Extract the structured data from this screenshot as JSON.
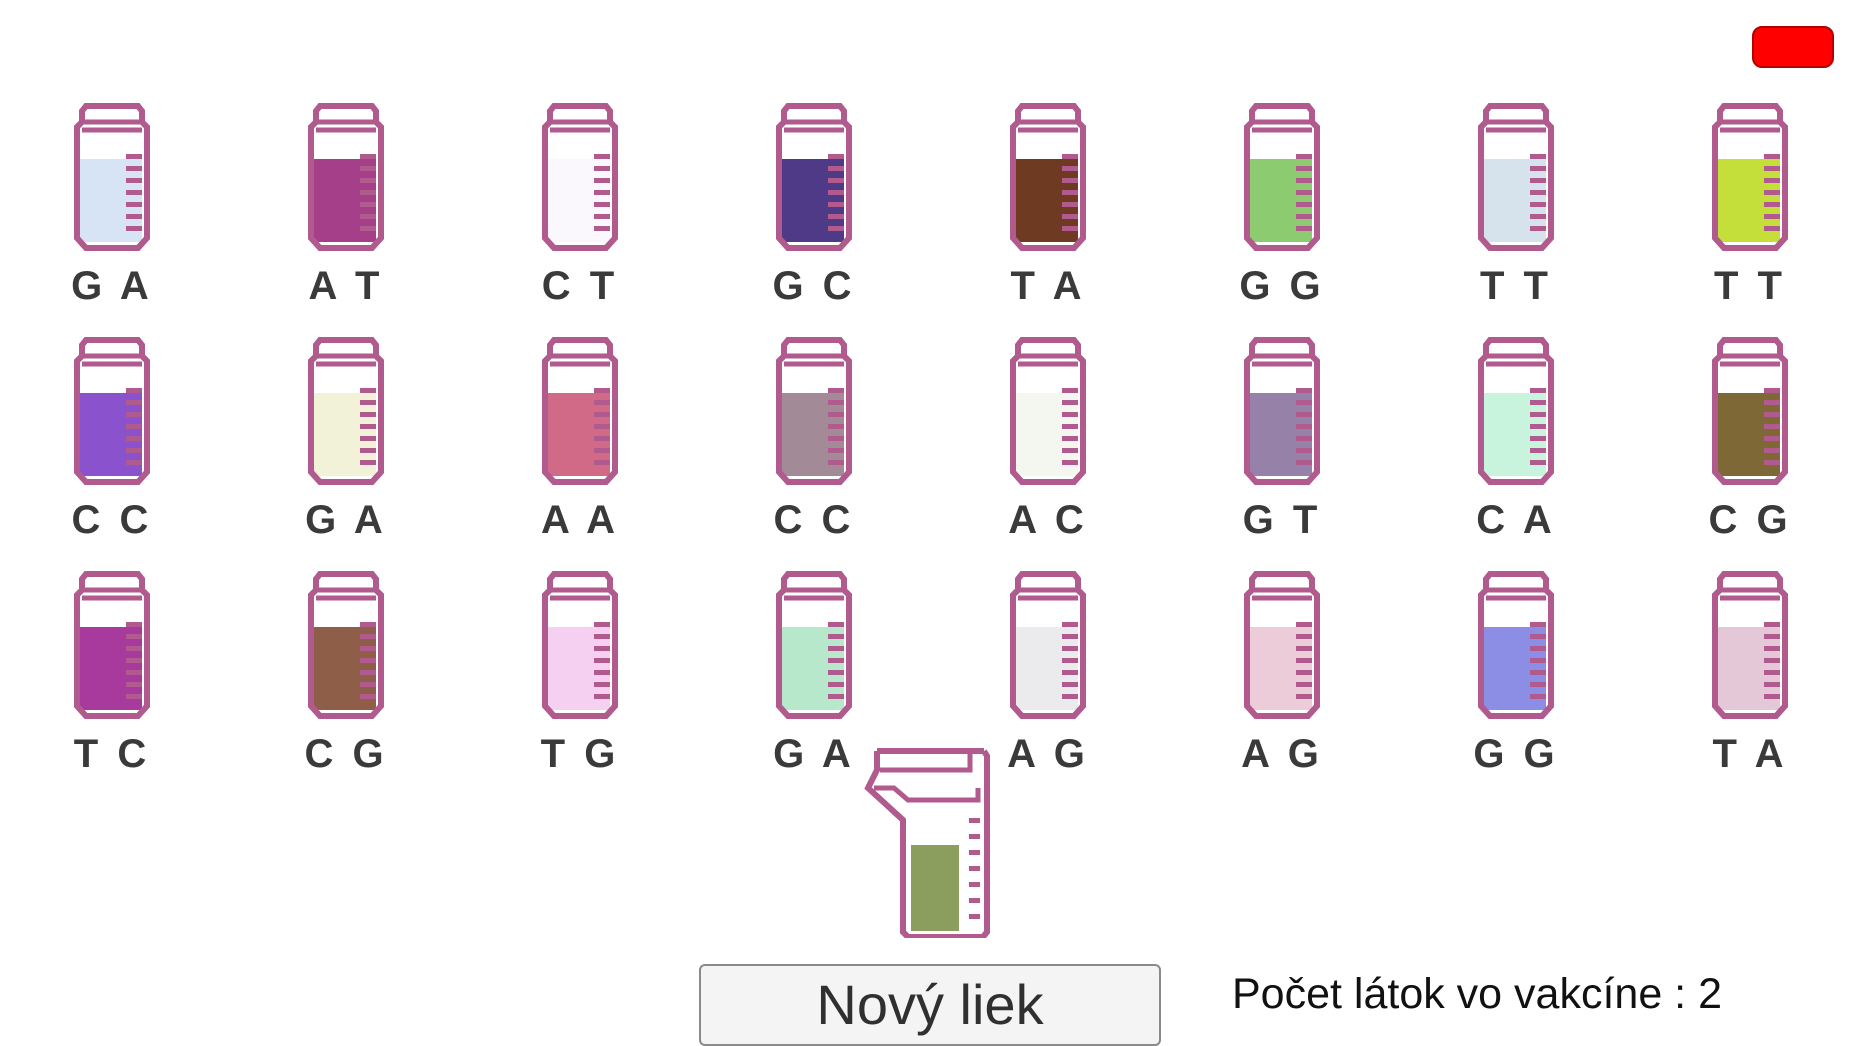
{
  "close_button": {
    "color": "#ff0000"
  },
  "tube_outline_color": "#b05a8e",
  "tubes": [
    {
      "label": "G A",
      "color": "#d6e4f5"
    },
    {
      "label": "A T",
      "color": "#a63f8a"
    },
    {
      "label": "C T",
      "color": "#faf8fc"
    },
    {
      "label": "G C",
      "color": "#4e3a86"
    },
    {
      "label": "T A",
      "color": "#6e3a22"
    },
    {
      "label": "G G",
      "color": "#8ccb70"
    },
    {
      "label": "T T",
      "color": "#d6e2ec"
    },
    {
      "label": "T T",
      "color": "#c4df3a"
    },
    {
      "label": "C C",
      "color": "#8a52cc"
    },
    {
      "label": "G A",
      "color": "#f2f2d8"
    },
    {
      "label": "A A",
      "color": "#d06a86"
    },
    {
      "label": "C C",
      "color": "#a28a96"
    },
    {
      "label": "A C",
      "color": "#f4f6f0"
    },
    {
      "label": "G T",
      "color": "#9682a8"
    },
    {
      "label": "C A",
      "color": "#c8f4de"
    },
    {
      "label": "C G",
      "color": "#7e6836"
    },
    {
      "label": "T C",
      "color": "#a83a9e"
    },
    {
      "label": "C G",
      "color": "#8e5e48"
    },
    {
      "label": "T G",
      "color": "#f6d0f0"
    },
    {
      "label": "G A",
      "color": "#b8e8cc"
    },
    {
      "label": "A G",
      "color": "#ebebee"
    },
    {
      "label": "A G",
      "color": "#ecccd8"
    },
    {
      "label": "G G",
      "color": "#8c8ee6"
    },
    {
      "label": "T A",
      "color": "#e4c8d8"
    }
  ],
  "beaker": {
    "color": "#8c9e5e"
  },
  "new_drug_button": {
    "label": "Nový liek"
  },
  "status": {
    "text": "Počet látok vo vakcíne : 2"
  }
}
